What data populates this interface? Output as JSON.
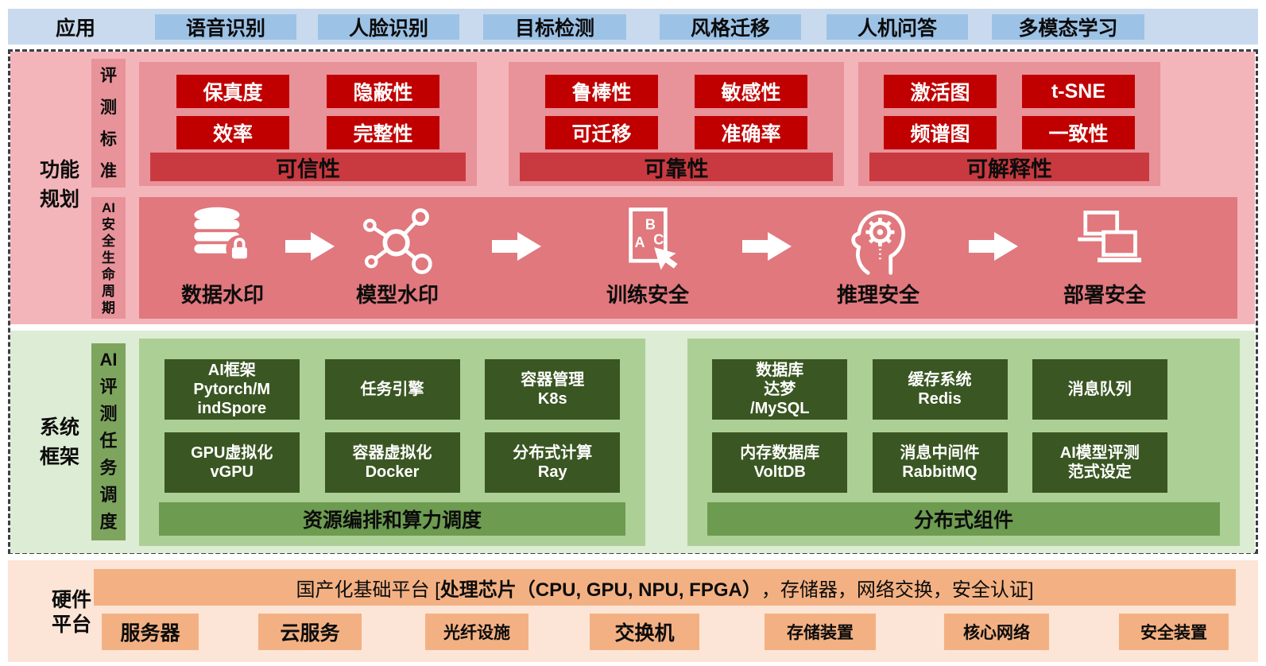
{
  "app_row": {
    "label": "应用",
    "items": [
      "语音识别",
      "人脸识别",
      "目标检测",
      "风格迁移",
      "人机问答",
      "多模态学习"
    ]
  },
  "function_section": {
    "label": "功能\n规划",
    "eval_strip_label": "评\n测\n标\n准",
    "criteria_groups": [
      {
        "boxes": [
          "保真度",
          "隐蔽性",
          "效率",
          "完整性"
        ],
        "bar": "可信性"
      },
      {
        "boxes": [
          "鲁棒性",
          "敏感性",
          "可迁移",
          "准确率"
        ],
        "bar": "可靠性"
      },
      {
        "boxes": [
          "激活图",
          "t-SNE",
          "频谱图",
          "一致性"
        ],
        "bar": "可解释性"
      }
    ],
    "lifecycle_strip_label": "AI\n安\n全\n生\n命\n周\n期",
    "lifecycle": [
      {
        "label": "数据水印"
      },
      {
        "label": "模型水印"
      },
      {
        "label": "训练安全",
        "letters": [
          "B",
          "A",
          "C"
        ]
      },
      {
        "label": "推理安全"
      },
      {
        "label": "部署安全"
      }
    ]
  },
  "system_section": {
    "label": "系统\n框架",
    "strip_label": "AI\n评\n测\n任\n务\n调\n度",
    "panels": [
      {
        "boxes": [
          "AI框架\nPytorch/M\nindSpore",
          "任务引擎",
          "容器管理\nK8s",
          "GPU虚拟化\nvGPU",
          "容器虚拟化\nDocker",
          "分布式计算\nRay"
        ],
        "bar": "资源编排和算力调度"
      },
      {
        "boxes": [
          "数据库\n达梦\n/MySQL",
          "缓存系统\nRedis",
          "消息队列",
          "内存数据库\nVoltDB",
          "消息中间件\nRabbitMQ",
          "AI模型评测\n范式设定"
        ],
        "bar": "分布式组件"
      }
    ]
  },
  "hardware_section": {
    "label": "硬件\n平台",
    "platform_bar": {
      "prefix": "国产化基础平台 [",
      "bold": "处理芯片（CPU, GPU, NPU, FPGA）",
      "suffix": "，存储器，网络交换，安全认证]"
    },
    "items": [
      "服务器",
      "云服务",
      "光纤设施",
      "交换机",
      "存储装置",
      "核心网络",
      "安全装置"
    ]
  },
  "colors": {
    "app_band": "#c9daee",
    "app_box": "#9cc2e6",
    "pink_bg": "#f3b5ba",
    "pink_panel": "#e8929a",
    "red_box": "#c00000",
    "red_bar": "#c93a40",
    "life_band": "#e0787d",
    "green_bg": "#ddecd4",
    "green_strip": "#7ea55e",
    "green_panel": "#accf95",
    "green_box": "#3a5622",
    "green_bar": "#6d9b50",
    "orange_bg": "#fce5d6",
    "orange_box": "#f3b183"
  }
}
